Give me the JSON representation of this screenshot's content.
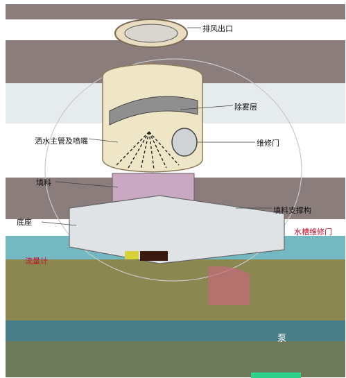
{
  "labels": {
    "top_outlet": "排风出口",
    "demister": "除雾层",
    "sprinkler": "洒水主管及喷嘴",
    "access_door": "维修门",
    "fill": "填料",
    "base_frame": "底座",
    "fill_support": "填料支撑构",
    "tank_door": "水槽维修门",
    "flow_meter": "流量计",
    "pump": "泵"
  },
  "colors": {
    "band_grey": "#8a7d7b",
    "band_teal": "#74b8c2",
    "band_olive": "#8a8750",
    "band_pale": "#e6ebee",
    "red_text": "#c8102e",
    "body_tan": "#efe6c8"
  }
}
